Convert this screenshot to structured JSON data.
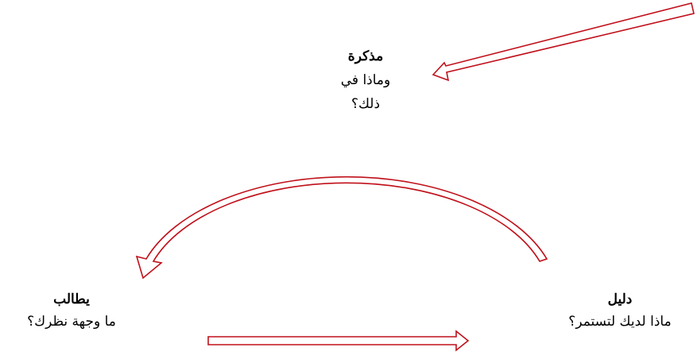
{
  "nodes": {
    "memo": {
      "title": "مذكرة",
      "line1": "وماذا في",
      "line2": "ذلك؟"
    },
    "student": {
      "title": "يطالب",
      "line1": "ما وجهة نظرك؟"
    },
    "guide": {
      "title": "دليل",
      "line1": "ماذا لديك لتستمر؟"
    }
  },
  "colors": {
    "arrow_stroke": "#c0101a",
    "arrow_fill": "#ffffff",
    "text": "#000000"
  }
}
